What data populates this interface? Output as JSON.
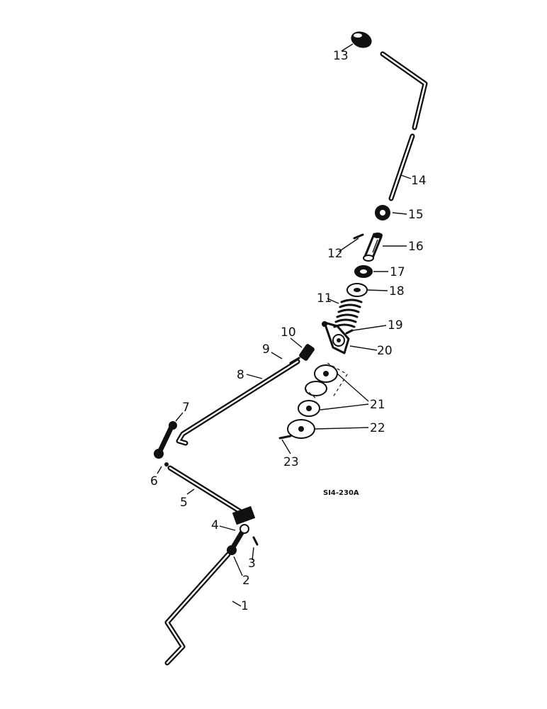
{
  "diagram_code": "SI4-230A",
  "callouts": {
    "c1": "1",
    "c2": "2",
    "c3": "3",
    "c4": "4",
    "c5": "5",
    "c6": "6",
    "c7": "7",
    "c8": "8",
    "c9": "9",
    "c10": "10",
    "c11": "11",
    "c12": "12",
    "c13": "13",
    "c14": "14",
    "c15": "15",
    "c16": "16",
    "c17": "17",
    "c18": "18",
    "c19": "19",
    "c20": "20",
    "c21": "21",
    "c22": "22",
    "c23": "23"
  }
}
